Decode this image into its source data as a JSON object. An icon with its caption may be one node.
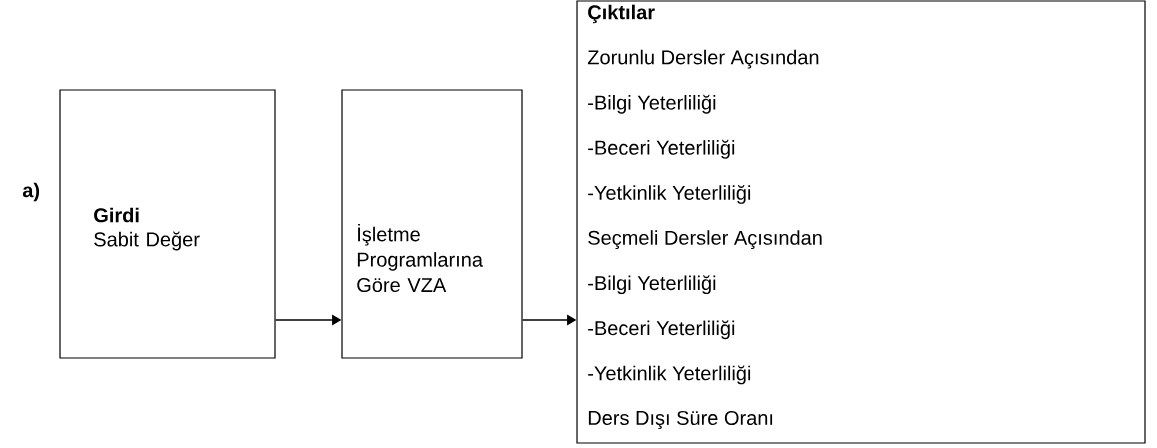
{
  "diagram": {
    "nodes": [
      {
        "text": [
          "Girdi",
          "Sabit Değer"
        ]
      },
      {
        "text": [
          "İşletme Programlarına Göre VZA"
        ]
      },
      {
        "text": [
          "Çıktılar",
          "Zorunlu Dersler Açısından",
          "-Bilgi Yeterliliği",
          "-Beceri Yeterliliği",
          "-Yetkinlik Yeterliliği",
          "Seçmeli Dersler Açısından",
          "-Bilgi Yeterliliği",
          "-Beceri Yeterliliği",
          "-Yetkinlik Yeterliliği",
          "Ders Dışı Süre Oranı"
        ]
      }
    ],
    "edges": [
      {
        "from": 0,
        "to": 1,
        "arrow": "to"
      },
      {
        "from": 1,
        "to": 2,
        "arrow": "to"
      }
    ],
    "labels": [
      "a)"
    ]
  }
}
